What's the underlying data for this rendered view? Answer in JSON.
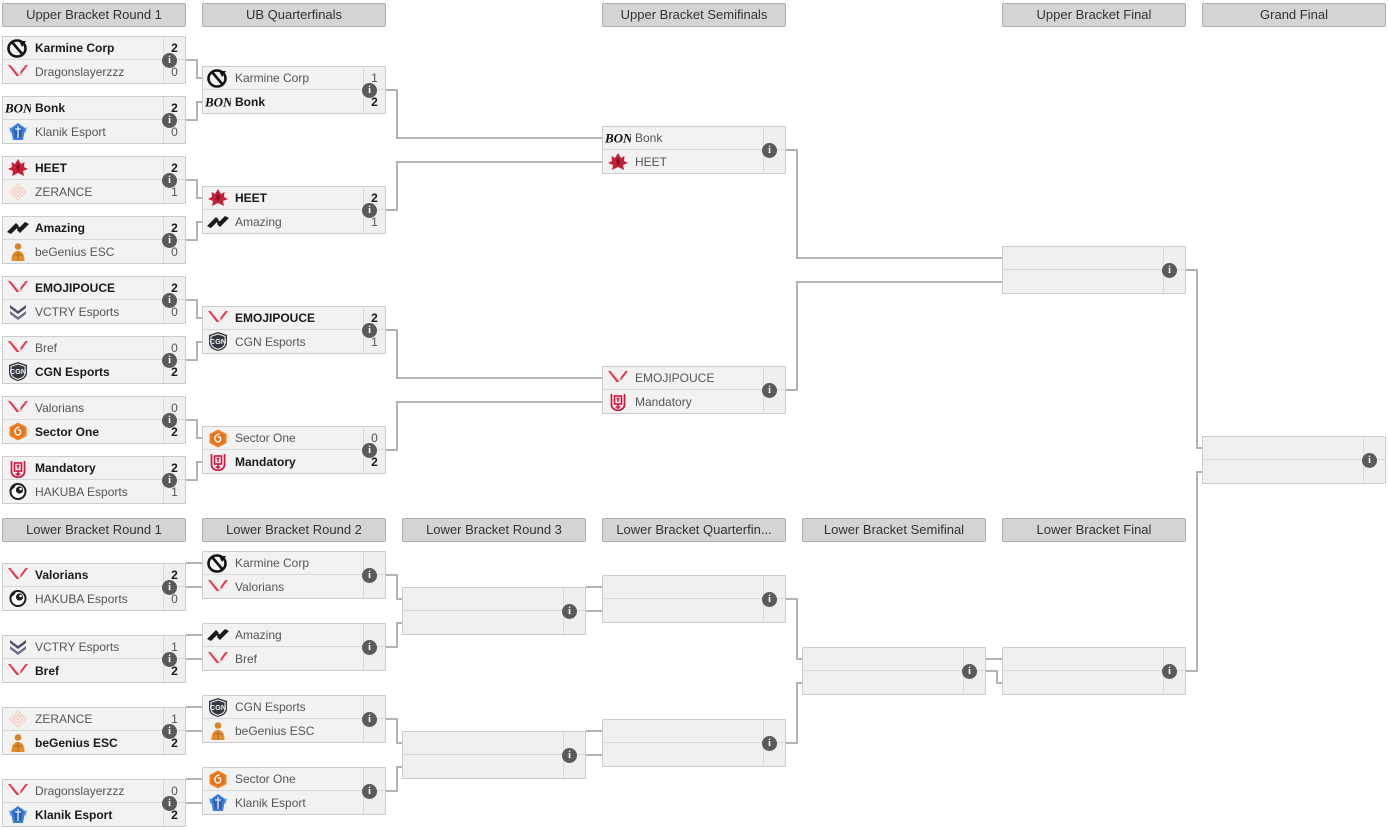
{
  "meta": {
    "info_glyph": "i",
    "accent": "#b3b3b3",
    "header_bg": "#d4d4d4"
  },
  "rounds": [
    {
      "id": "ubr1",
      "label": "Upper Bracket Round 1"
    },
    {
      "id": "ubqf",
      "label": "UB Quarterfinals"
    },
    {
      "id": "ubsf",
      "label": "Upper Bracket Semifinals"
    },
    {
      "id": "ubf",
      "label": "Upper Bracket Final"
    },
    {
      "id": "gf",
      "label": "Grand Final"
    },
    {
      "id": "lbr1",
      "label": "Lower Bracket Round 1"
    },
    {
      "id": "lbr2",
      "label": "Lower Bracket Round 2"
    },
    {
      "id": "lbr3",
      "label": "Lower Bracket Round 3"
    },
    {
      "id": "lbqf",
      "label": "Lower Bracket Quarterfin..."
    },
    {
      "id": "lbsf",
      "label": "Lower Bracket Semifinal"
    },
    {
      "id": "lbf",
      "label": "Lower Bracket Final"
    }
  ],
  "matches": {
    "ubr1_m1": {
      "top": {
        "team": "Karmine Corp",
        "logo": "karmine",
        "score": "2",
        "winner": true
      },
      "bot": {
        "team": "Dragonslayerzzz",
        "logo": "valorant",
        "score": "0",
        "winner": false
      }
    },
    "ubr1_m2": {
      "top": {
        "team": "Bonk",
        "logo": "bonk",
        "score": "2",
        "winner": true
      },
      "bot": {
        "team": "Klanik Esport",
        "logo": "klanik",
        "score": "0",
        "winner": false
      }
    },
    "ubr1_m3": {
      "top": {
        "team": "HEET",
        "logo": "heet",
        "score": "2",
        "winner": true
      },
      "bot": {
        "team": "ZERANCE",
        "logo": "zerance",
        "score": "1",
        "winner": false
      }
    },
    "ubr1_m4": {
      "top": {
        "team": "Amazing",
        "logo": "amazing",
        "score": "2",
        "winner": true
      },
      "bot": {
        "team": "beGenius ESC",
        "logo": "begenius",
        "score": "0",
        "winner": false
      }
    },
    "ubr1_m5": {
      "top": {
        "team": "EMOJIPOUCE",
        "logo": "valorant",
        "score": "2",
        "winner": true
      },
      "bot": {
        "team": "VCTRY Esports",
        "logo": "vctry",
        "score": "0",
        "winner": false
      }
    },
    "ubr1_m6": {
      "top": {
        "team": "Bref",
        "logo": "valorant",
        "score": "0",
        "winner": false
      },
      "bot": {
        "team": "CGN Esports",
        "logo": "cgn",
        "score": "2",
        "winner": true
      }
    },
    "ubr1_m7": {
      "top": {
        "team": "Valorians",
        "logo": "valorant",
        "score": "0",
        "winner": false
      },
      "bot": {
        "team": "Sector One",
        "logo": "sector",
        "score": "2",
        "winner": true
      }
    },
    "ubr1_m8": {
      "top": {
        "team": "Mandatory",
        "logo": "mandatory",
        "score": "2",
        "winner": true
      },
      "bot": {
        "team": "HAKUBA Esports",
        "logo": "hakuba",
        "score": "1",
        "winner": false
      }
    },
    "ubqf_m1": {
      "top": {
        "team": "Karmine Corp",
        "logo": "karmine",
        "score": "1",
        "winner": false
      },
      "bot": {
        "team": "Bonk",
        "logo": "bonk",
        "score": "2",
        "winner": true
      }
    },
    "ubqf_m2": {
      "top": {
        "team": "HEET",
        "logo": "heet",
        "score": "2",
        "winner": true
      },
      "bot": {
        "team": "Amazing",
        "logo": "amazing",
        "score": "1",
        "winner": false
      }
    },
    "ubqf_m3": {
      "top": {
        "team": "EMOJIPOUCE",
        "logo": "valorant",
        "score": "2",
        "winner": true
      },
      "bot": {
        "team": "CGN Esports",
        "logo": "cgn",
        "score": "1",
        "winner": false
      }
    },
    "ubqf_m4": {
      "top": {
        "team": "Sector One",
        "logo": "sector",
        "score": "0",
        "winner": false
      },
      "bot": {
        "team": "Mandatory",
        "logo": "mandatory",
        "score": "2",
        "winner": true
      }
    },
    "ubsf_m1": {
      "top": {
        "team": "Bonk",
        "logo": "bonk",
        "score": "",
        "winner": false
      },
      "bot": {
        "team": "HEET",
        "logo": "heet",
        "score": "",
        "winner": false
      }
    },
    "ubsf_m2": {
      "top": {
        "team": "EMOJIPOUCE",
        "logo": "valorant",
        "score": "",
        "winner": false
      },
      "bot": {
        "team": "Mandatory",
        "logo": "mandatory",
        "score": "",
        "winner": false
      }
    },
    "ubf_m1": {
      "top": {
        "team": "",
        "logo": "none",
        "score": "",
        "winner": false
      },
      "bot": {
        "team": "",
        "logo": "none",
        "score": "",
        "winner": false
      }
    },
    "gf_m1": {
      "top": {
        "team": "",
        "logo": "none",
        "score": "",
        "winner": false
      },
      "bot": {
        "team": "",
        "logo": "none",
        "score": "",
        "winner": false
      }
    },
    "lbr1_m1": {
      "top": {
        "team": "Valorians",
        "logo": "valorant",
        "score": "2",
        "winner": true
      },
      "bot": {
        "team": "HAKUBA Esports",
        "logo": "hakuba",
        "score": "0",
        "winner": false
      }
    },
    "lbr1_m2": {
      "top": {
        "team": "VCTRY Esports",
        "logo": "vctry",
        "score": "1",
        "winner": false
      },
      "bot": {
        "team": "Bref",
        "logo": "valorant",
        "score": "2",
        "winner": true
      }
    },
    "lbr1_m3": {
      "top": {
        "team": "ZERANCE",
        "logo": "zerance",
        "score": "1",
        "winner": false
      },
      "bot": {
        "team": "beGenius ESC",
        "logo": "begenius",
        "score": "2",
        "winner": true
      }
    },
    "lbr1_m4": {
      "top": {
        "team": "Dragonslayerzzz",
        "logo": "valorant",
        "score": "0",
        "winner": false
      },
      "bot": {
        "team": "Klanik Esport",
        "logo": "klanik",
        "score": "2",
        "winner": true
      }
    },
    "lbr2_m1": {
      "top": {
        "team": "Karmine Corp",
        "logo": "karmine",
        "score": "",
        "winner": false
      },
      "bot": {
        "team": "Valorians",
        "logo": "valorant",
        "score": "",
        "winner": false
      }
    },
    "lbr2_m2": {
      "top": {
        "team": "Amazing",
        "logo": "amazing",
        "score": "",
        "winner": false
      },
      "bot": {
        "team": "Bref",
        "logo": "valorant",
        "score": "",
        "winner": false
      }
    },
    "lbr2_m3": {
      "top": {
        "team": "CGN Esports",
        "logo": "cgn",
        "score": "",
        "winner": false
      },
      "bot": {
        "team": "beGenius ESC",
        "logo": "begenius",
        "score": "",
        "winner": false
      }
    },
    "lbr2_m4": {
      "top": {
        "team": "Sector One",
        "logo": "sector",
        "score": "",
        "winner": false
      },
      "bot": {
        "team": "Klanik Esport",
        "logo": "klanik",
        "score": "",
        "winner": false
      }
    },
    "lbr3_m1": {
      "top": {
        "team": "",
        "logo": "none",
        "score": "",
        "winner": false
      },
      "bot": {
        "team": "",
        "logo": "none",
        "score": "",
        "winner": false
      }
    },
    "lbr3_m2": {
      "top": {
        "team": "",
        "logo": "none",
        "score": "",
        "winner": false
      },
      "bot": {
        "team": "",
        "logo": "none",
        "score": "",
        "winner": false
      }
    },
    "lbqf_m1": {
      "top": {
        "team": "",
        "logo": "none",
        "score": "",
        "winner": false
      },
      "bot": {
        "team": "",
        "logo": "none",
        "score": "",
        "winner": false
      }
    },
    "lbqf_m2": {
      "top": {
        "team": "",
        "logo": "none",
        "score": "",
        "winner": false
      },
      "bot": {
        "team": "",
        "logo": "none",
        "score": "",
        "winner": false
      }
    },
    "lbsf_m1": {
      "top": {
        "team": "",
        "logo": "none",
        "score": "",
        "winner": false
      },
      "bot": {
        "team": "",
        "logo": "none",
        "score": "",
        "winner": false
      }
    },
    "lbf_m1": {
      "top": {
        "team": "",
        "logo": "none",
        "score": "",
        "winner": false
      },
      "bot": {
        "team": "",
        "logo": "none",
        "score": "",
        "winner": false
      }
    }
  }
}
